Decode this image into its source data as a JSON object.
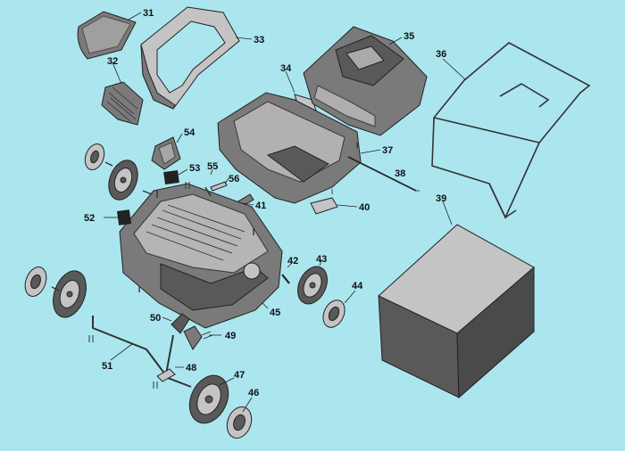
{
  "diagram": {
    "part_numbers": {
      "p31": "31",
      "p32": "32",
      "p33": "33",
      "p34": "34",
      "p35": "35",
      "p36": "36",
      "p37": "37",
      "p38": "38",
      "p39": "39",
      "p40": "40",
      "p41": "41",
      "p42": "42",
      "p43": "43",
      "p44": "44",
      "p45": "45",
      "p46": "46",
      "p47": "47",
      "p48": "48",
      "p49": "49",
      "p50": "50",
      "p51": "51",
      "p52": "52",
      "p53": "53",
      "p54": "54",
      "p55": "55",
      "p56": "56"
    },
    "colors": {
      "background": "#abe6ef",
      "part_dark": "#595959",
      "part_light": "#c4c4c4"
    }
  }
}
